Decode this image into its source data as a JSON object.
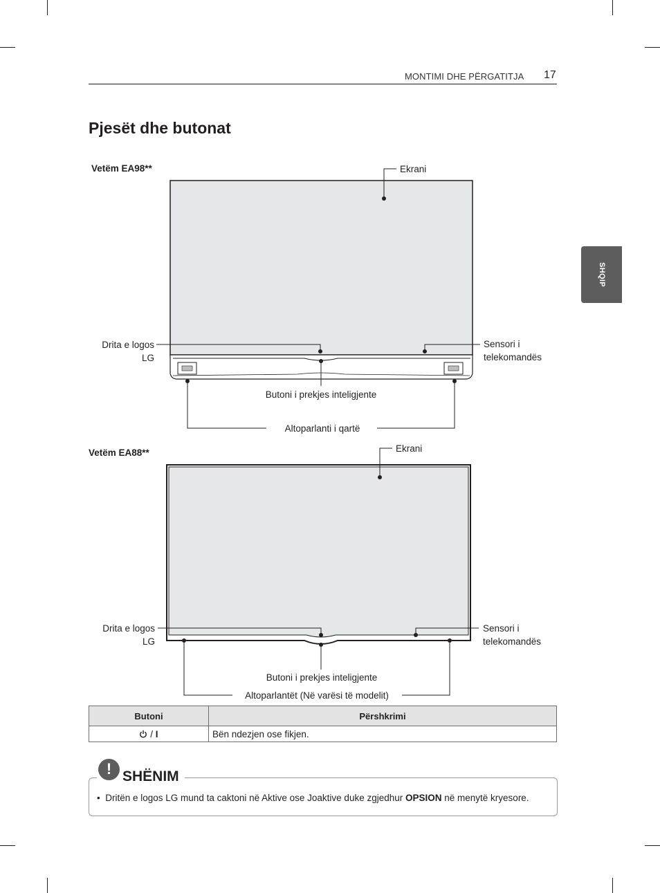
{
  "header": {
    "section": "MONTIMI DHE PËRGATITJA",
    "page_number": "17"
  },
  "side_tab": {
    "label": "SHQIP"
  },
  "title": "Pjesët dhe butonat",
  "diagram_ea98": {
    "model_label": "Vetëm EA98**",
    "screen": "Ekrani",
    "logo_light_line1": "Drita e logos",
    "logo_light_line2": "LG",
    "sensor_line1": "Sensori i",
    "sensor_line2": "telekomandës",
    "touch_button": "Butoni i prekjes inteligjente",
    "speakers": "Altoparlanti i qartë"
  },
  "diagram_ea88": {
    "model_label": "Vetëm EA88**",
    "screen": "Ekrani",
    "logo_light_line1": "Drita e logos",
    "logo_light_line2": "LG",
    "sensor_line1": "Sensori i",
    "sensor_line2": "telekomandës",
    "touch_button": "Butoni i prekjes inteligjente",
    "speakers": "Altoparlantët (Në varësi të modelit)"
  },
  "table": {
    "headers": [
      "Butoni",
      "Përshkrimi"
    ],
    "rows": [
      {
        "button_separator": "/",
        "button_icon": "power-icon",
        "button_bar": "I",
        "description": "Bën ndezjen ose fikjen."
      }
    ]
  },
  "note": {
    "icon": "exclamation-icon",
    "icon_glyph": "!",
    "title": "SHËNIM",
    "bullet": "•",
    "text_before": "Dritën e logos LG mund ta caktoni në Aktive ose Joaktive duke zgjedhur ",
    "text_bold": "OPSION",
    "text_after": " në menytë kryesore."
  }
}
